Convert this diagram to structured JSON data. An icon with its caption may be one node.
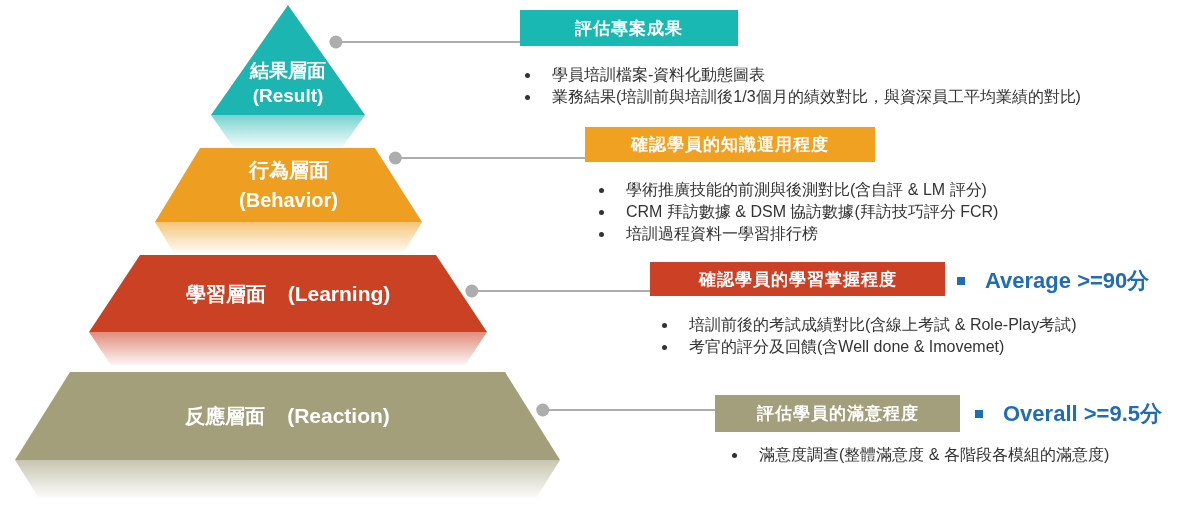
{
  "diagram": {
    "nodes": [
      {
        "text": [
          "結果層面",
          "(Result)"
        ]
      },
      {
        "text": [
          "評估專案成果"
        ]
      },
      {
        "text": [
          "行為層面",
          "(Behavior)"
        ]
      },
      {
        "text": [
          "確認學員的知識運用程度"
        ]
      },
      {
        "text": [
          "學習層面",
          "(Learning)"
        ]
      },
      {
        "text": [
          "確認學員的學習掌握程度"
        ],
        "beside": [
          "Average >=90分"
        ]
      },
      {
        "text": [
          "反應層面",
          "(Reaction)"
        ]
      },
      {
        "text": [
          "評估學員的滿意程度"
        ],
        "beside": [
          "Overall >=9.5分"
        ]
      }
    ],
    "edges": [
      {
        "from": 0,
        "to": 1,
        "arrow": "other"
      },
      {
        "from": 2,
        "to": 3,
        "arrow": "other"
      },
      {
        "from": 4,
        "to": 5,
        "arrow": "other"
      },
      {
        "from": 6,
        "to": 7,
        "arrow": "other"
      }
    ],
    "labels": [
      "學員培訓檔案-資料化動態圖表",
      "業務結果(培訓前與培訓後1/3個月的績效對比，與資深員工平均業績的對比)",
      "學術推廣技能的前測與後測對比(含自評 & LM 評分)",
      "CRM 拜訪數據 & DSM 協訪數據(拜訪技巧評分 FCR)",
      "培訓過程資料一學習排行榜",
      "培訓前後的考試成績對比(含線上考試 & Role-Play考試)",
      "考官的評分及回饋(含Well done & Imovemet)",
      "滿意度調查(整體滿意度 & 各階段各模組的滿意度)"
    ]
  }
}
